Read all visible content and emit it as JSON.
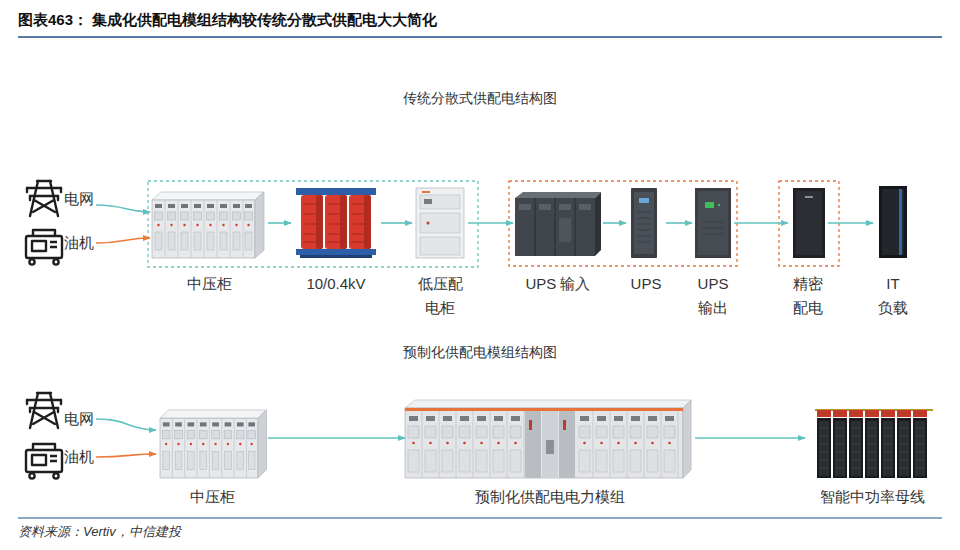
{
  "diagram": {
    "title": "图表463： 集成化供配电模组结构较传统分散式供配电大大简化",
    "caption": "资料来源：Vertiv，中信建投",
    "nodes": [
      {
        "text": [
          "电网"
        ]
      },
      {
        "text": [
          "油机"
        ]
      },
      {
        "text": [
          "中压柜"
        ]
      },
      {
        "text": [
          "10/0.4kV"
        ]
      },
      {
        "text": [
          "低压配 电柜"
        ]
      },
      {
        "text": [
          "UPS 输入"
        ]
      },
      {
        "text": [
          "UPS"
        ]
      },
      {
        "text": [
          "UPS 输出"
        ]
      },
      {
        "text": [
          "精密 配电"
        ]
      },
      {
        "text": [
          "IT 负载"
        ]
      },
      {
        "text": [
          "电网"
        ]
      },
      {
        "text": [
          "油机"
        ]
      },
      {
        "text": [
          "中压柜"
        ]
      },
      {
        "text": [
          "预制化供配电电力模组"
        ]
      },
      {
        "text": [
          "智能中功率母线"
        ]
      }
    ],
    "edges": [
      {
        "from": 0,
        "to": 2,
        "arrow": "to"
      },
      {
        "from": 1,
        "to": 2,
        "arrow": "to"
      },
      {
        "from": 2,
        "to": 3,
        "arrow": "to"
      },
      {
        "from": 3,
        "to": 4,
        "arrow": "to"
      },
      {
        "from": 4,
        "to": 5,
        "arrow": "to"
      },
      {
        "from": 5,
        "to": 6,
        "arrow": "to"
      },
      {
        "from": 6,
        "to": 7,
        "arrow": "to"
      },
      {
        "from": 7,
        "to": 8,
        "arrow": "to"
      },
      {
        "from": 8,
        "to": 9,
        "arrow": "to"
      },
      {
        "from": 10,
        "to": 12,
        "arrow": "to"
      },
      {
        "from": 11,
        "to": 12,
        "arrow": "to"
      },
      {
        "from": 12,
        "to": 13,
        "arrow": "to"
      },
      {
        "from": 13,
        "to": 14,
        "arrow": "to"
      }
    ],
    "labels": [
      "传统分散式供配电结构图",
      "预制化供配电模组结构图"
    ]
  }
}
